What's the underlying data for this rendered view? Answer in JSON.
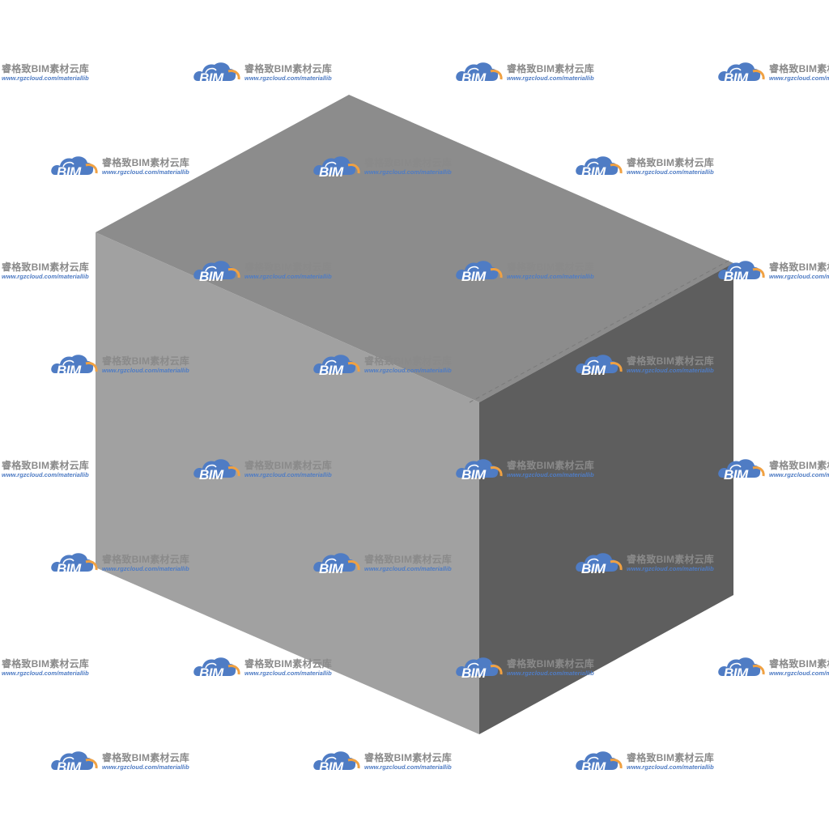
{
  "model": {
    "faces": [
      {
        "name": "top",
        "color": "#8c8c8c"
      },
      {
        "name": "front",
        "color": "#a1a1a1"
      },
      {
        "name": "side",
        "color": "#5e5e5e"
      }
    ],
    "hidden_edge_color": "#7a7a7a"
  },
  "watermark": {
    "logo_text": "BIM",
    "title": "睿格致BIM素材云库",
    "url": "www.rgzcloud.com/materiallib",
    "colors": {
      "cloud": "#4f7cc4",
      "accent": "#f0a142",
      "title": "#8a8a8a",
      "url": "#4f7cc4"
    }
  }
}
